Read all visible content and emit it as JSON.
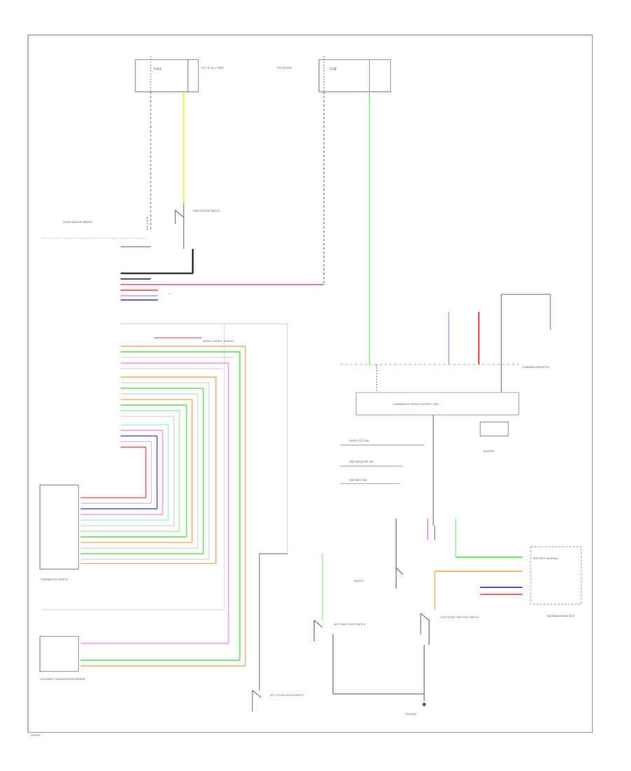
{
  "diagram": {
    "footer_code": "WJ0000",
    "wire_colors": {
      "yellow": "#f4f000",
      "green": "#27e827",
      "light_green": "#90f090",
      "red": "#f23b4a",
      "pink": "#ff8aa0",
      "blue": "#3a3af0",
      "violet": "#c4b0ff",
      "magenta": "#ff70ff",
      "orange": "#ff9a3a",
      "cyan": "#8ff0f0",
      "gray": "#c8c8c8",
      "black": "#2a2a2a"
    },
    "labels": {
      "fuse_left": "FUSE",
      "fuse_right": "FUSE",
      "tpms_switch": "SWITCH",
      "combination_meter_unit": "COMBINATION METER CONTROL UNIT",
      "buzzer": "BUZZER",
      "combination_meter": "COMBINATION METER",
      "door_lock": "DOOR LOCK SW",
      "tire_pressure": "TIRE PRESSURE SW",
      "seat_belt": "SEAT BELT SW",
      "seat_belt_warning": "SEAT BELT WARNING",
      "left_front_seat_belt": "LEFT FRONT SEAT BELT SWITCH",
      "left_rear_door": "LEFT REAR DOOR SWITCH",
      "left_front_door": "LEFT FRONT DOOR SWITCH",
      "passenger_seat_belt": "PASSENGER SEAT BELT",
      "combination_switch": "COMBINATION SWITCH",
      "occupant_sensor": "OCCUPANT CLASSIFICATION SENSOR",
      "body_control_module": "BODY CONTROL MODULE",
      "ground": "GROUND",
      "hot_at_all_times": "HOT AT ALL TIMES",
      "hot_in_run": "HOT IN RUN",
      "door_unlock_sensor": "DOOR UNLOCK SENSOR",
      "ignition_key": "IGNITION KEY SWITCH"
    }
  }
}
